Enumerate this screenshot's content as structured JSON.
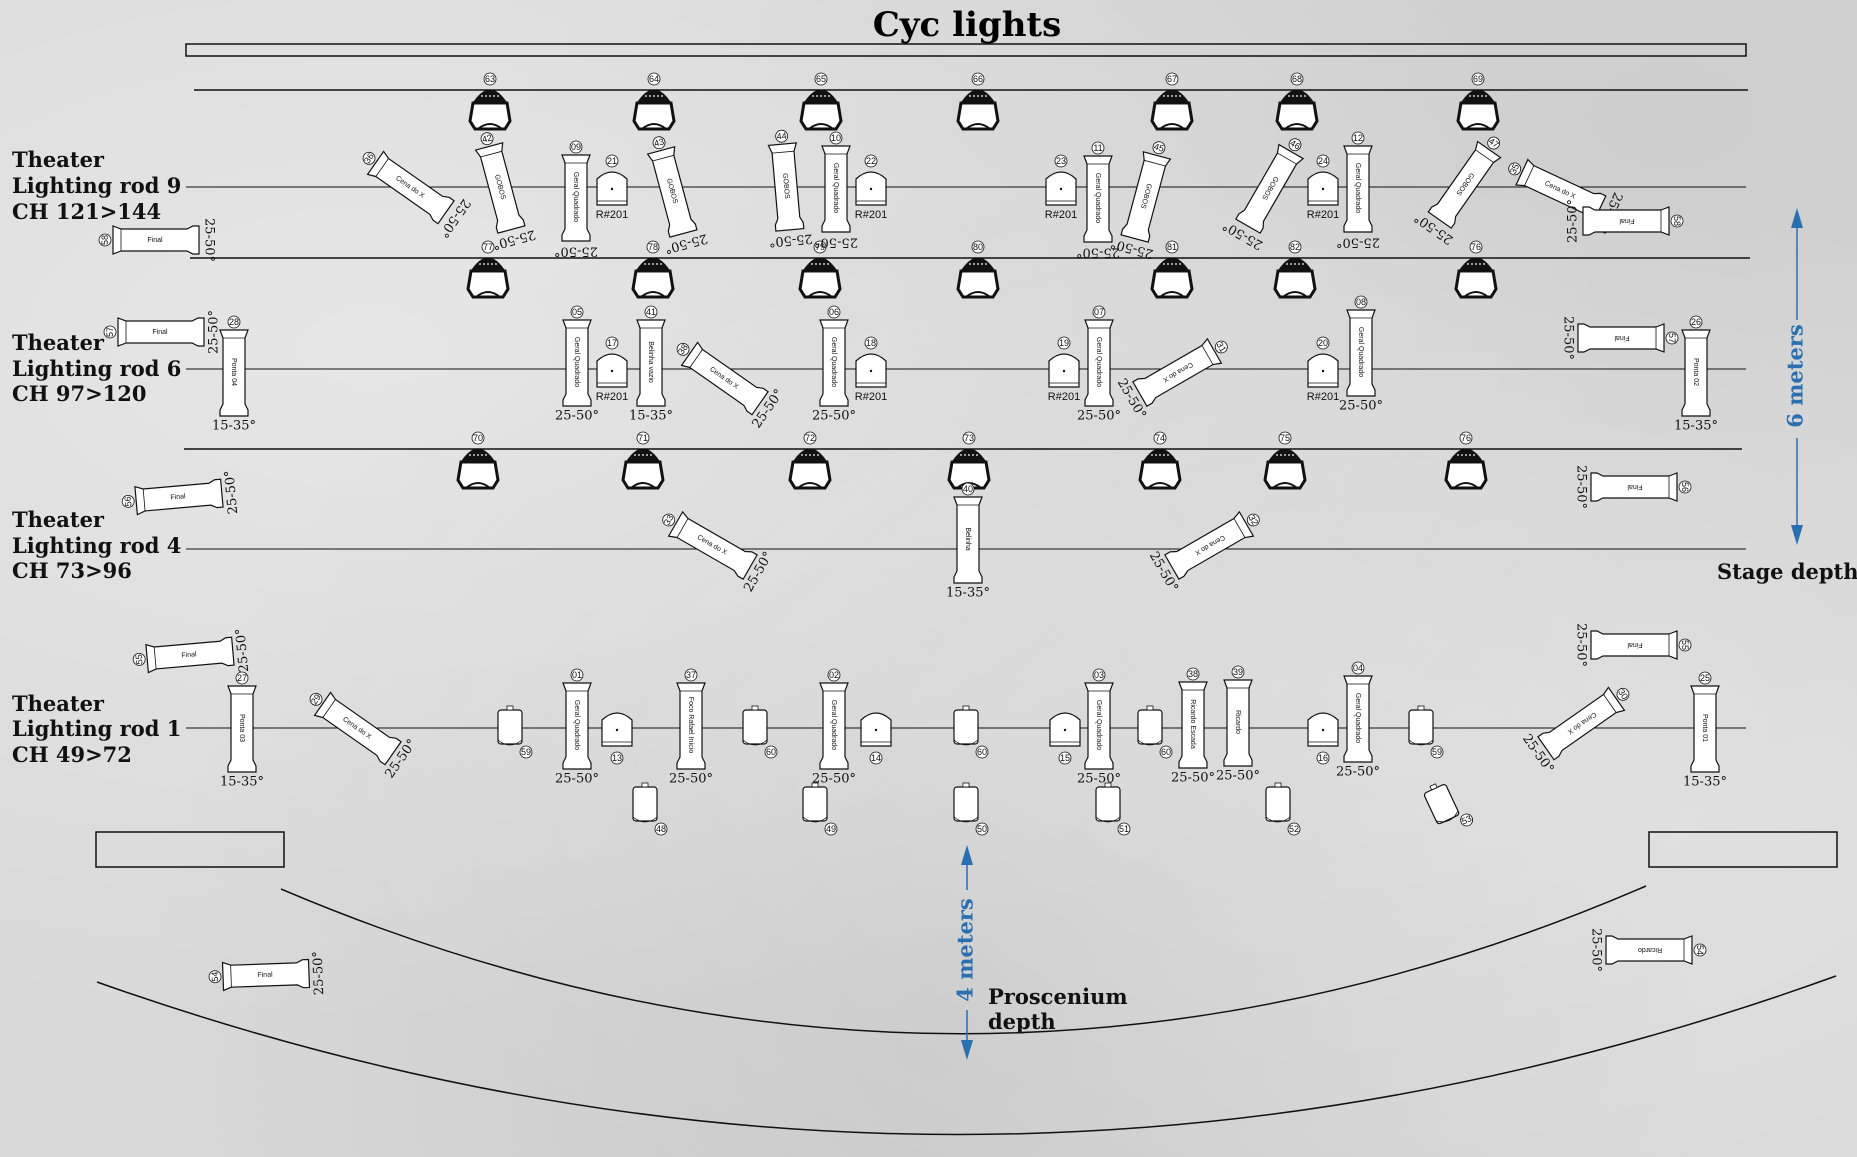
{
  "title": "Cyc lights",
  "dimensions": {
    "stage_depth": {
      "value": "6 meters",
      "label": "Stage depth"
    },
    "proscenium_depth": {
      "value": "4 meters",
      "label_line1": "Proscenium",
      "label_line2": "depth"
    }
  },
  "rods": [
    {
      "id": "rod9",
      "line1": "Theater",
      "line2": "Lighting rod 9",
      "line3": "CH 121>144"
    },
    {
      "id": "rod6",
      "line1": "Theater",
      "line2": "Lighting rod 6",
      "line3": "CH 97>120"
    },
    {
      "id": "rod4",
      "line1": "Theater",
      "line2": "Lighting rod 4",
      "line3": "CH 73>96"
    },
    {
      "id": "rod1",
      "line1": "Theater",
      "line2": "Lighting rod 1",
      "line3": "CH 49>72"
    }
  ],
  "cyc_rows": [
    {
      "row": "cyc-top",
      "channels": [
        "63",
        "64",
        "65",
        "66",
        "67",
        "68",
        "69"
      ]
    },
    {
      "row": "cyc-upper",
      "channels": [
        "77",
        "78",
        "79",
        "80",
        "81",
        "82",
        "76"
      ]
    },
    {
      "row": "cyc-lower",
      "channels": [
        "70",
        "71",
        "72",
        "73",
        "74",
        "75",
        "76"
      ]
    }
  ],
  "fixtures": {
    "rod9": [
      {
        "type": "profile",
        "label": "Cena do X",
        "channel": "36",
        "angle": "25-50°"
      },
      {
        "type": "profile",
        "label": "GOBOS",
        "channel": "42",
        "angle": "25-50°"
      },
      {
        "type": "profile",
        "label": "Geral Quadrado",
        "channel": "09",
        "angle": "25-50°"
      },
      {
        "type": "fresnel",
        "label": "R#201",
        "channel": "21"
      },
      {
        "type": "profile",
        "label": "GOBOS",
        "channel": "43",
        "angle": "25-50°"
      },
      {
        "type": "profile",
        "label": "GOBOS",
        "channel": "44",
        "angle": "25-50°"
      },
      {
        "type": "profile",
        "label": "Geral Quadrado",
        "channel": "10",
        "angle": "25-50°"
      },
      {
        "type": "fresnel",
        "label": "R#201",
        "channel": "22"
      },
      {
        "type": "fresnel",
        "label": "R#201",
        "channel": "23"
      },
      {
        "type": "profile",
        "label": "Geral Quadrado",
        "channel": "11",
        "angle": "25-50°"
      },
      {
        "type": "profile",
        "label": "GOBOS",
        "channel": "45",
        "angle": "25-50°"
      },
      {
        "type": "profile",
        "label": "GOBOS",
        "channel": "46",
        "angle": "25-50°"
      },
      {
        "type": "fresnel",
        "label": "R#201",
        "channel": "24"
      },
      {
        "type": "profile",
        "label": "Geral Quadrado",
        "channel": "12",
        "angle": "25-50°"
      },
      {
        "type": "profile",
        "label": "GOBOS",
        "channel": "47",
        "angle": "25-50°"
      },
      {
        "type": "profile",
        "label": "Cena do X",
        "channel": "35",
        "angle": "25-50°"
      },
      {
        "type": "profile",
        "label": "Final",
        "channel": "58",
        "angle": "25-50°"
      },
      {
        "type": "profile",
        "label": "Final",
        "channel": "58",
        "angle": "25-50°"
      }
    ],
    "rod6": [
      {
        "type": "profile",
        "label": "Final",
        "channel": "57",
        "angle": "25-50°"
      },
      {
        "type": "profile",
        "label": "Ponta 04",
        "channel": "28",
        "angle": "15-35°"
      },
      {
        "type": "profile",
        "label": "Geral Quadrado",
        "channel": "05",
        "angle": "25-50°"
      },
      {
        "type": "fresnel",
        "label": "R#201",
        "channel": "17"
      },
      {
        "type": "profile",
        "label": "Belinha vazio",
        "channel": "41",
        "angle": "15-35°"
      },
      {
        "type": "profile",
        "label": "Cena do X",
        "channel": "38",
        "angle": "25-50°"
      },
      {
        "type": "profile",
        "label": "Geral Quadrado",
        "channel": "06",
        "angle": "25-50°"
      },
      {
        "type": "fresnel",
        "label": "R#201",
        "channel": "18"
      },
      {
        "type": "fresnel",
        "label": "R#201",
        "channel": "19"
      },
      {
        "type": "profile",
        "label": "Geral Quadrado",
        "channel": "07",
        "angle": "25-50°"
      },
      {
        "type": "profile",
        "label": "Cena do X",
        "channel": "31",
        "angle": "25-50°"
      },
      {
        "type": "fresnel",
        "label": "R#201",
        "channel": "20"
      },
      {
        "type": "profile",
        "label": "Geral Quadrado",
        "channel": "08",
        "angle": "25-50°"
      },
      {
        "type": "profile",
        "label": "Final",
        "channel": "57",
        "angle": "25-50°"
      },
      {
        "type": "profile",
        "label": "Ponta 02",
        "channel": "26",
        "angle": "15-35°"
      }
    ],
    "rod4": [
      {
        "type": "profile",
        "label": "Final",
        "channel": "56",
        "angle": "25-50°"
      },
      {
        "type": "profile",
        "label": "Cena do X",
        "channel": "33",
        "angle": "25-50°"
      },
      {
        "type": "profile",
        "label": "Belinha",
        "channel": "40",
        "angle": "15-35°"
      },
      {
        "type": "profile",
        "label": "Cena do X",
        "channel": "32",
        "angle": "25-50°"
      },
      {
        "type": "profile",
        "label": "Final",
        "channel": "56",
        "angle": "25-50°"
      }
    ],
    "rod1": [
      {
        "type": "profile",
        "label": "Final",
        "channel": "55",
        "angle": "25-50°"
      },
      {
        "type": "profile",
        "label": "Ponta 03",
        "channel": "27",
        "angle": "15-35°"
      },
      {
        "type": "profile",
        "label": "Cena do X",
        "channel": "29",
        "angle": "25-50°"
      },
      {
        "type": "par",
        "channel": "59"
      },
      {
        "type": "profile",
        "label": "Geral Quadrado",
        "channel": "01",
        "angle": "25-50°"
      },
      {
        "type": "fresnel",
        "channel": "13"
      },
      {
        "type": "profile",
        "label": "Foco Rafael Início",
        "channel": "37",
        "angle": "25-50°"
      },
      {
        "type": "par",
        "channel": "60"
      },
      {
        "type": "profile",
        "label": "Geral Quadrado",
        "channel": "02",
        "angle": "25-50°"
      },
      {
        "type": "fresnel",
        "channel": "14"
      },
      {
        "type": "par",
        "channel": "60"
      },
      {
        "type": "fresnel",
        "channel": "15"
      },
      {
        "type": "profile",
        "label": "Geral Quadrado",
        "channel": "03",
        "angle": "25-50°"
      },
      {
        "type": "par",
        "channel": "60"
      },
      {
        "type": "profile",
        "label": "Ricardo Escada",
        "channel": "38",
        "angle": "25-50°"
      },
      {
        "type": "profile",
        "label": "Ricardo",
        "channel": "39",
        "angle": "25-50°"
      },
      {
        "type": "fresnel",
        "channel": "16"
      },
      {
        "type": "profile",
        "label": "Geral Quadrado",
        "channel": "04",
        "angle": "25-50°"
      },
      {
        "type": "par",
        "channel": "59"
      },
      {
        "type": "profile",
        "label": "Cena do X",
        "channel": "30",
        "angle": "25-50°"
      },
      {
        "type": "profile",
        "label": "Ponta 01",
        "channel": "25",
        "angle": "15-35°"
      },
      {
        "type": "profile",
        "label": "Final",
        "channel": "55",
        "angle": "25-50°"
      }
    ],
    "floor": [
      {
        "type": "par",
        "channel": "48"
      },
      {
        "type": "par",
        "channel": "49"
      },
      {
        "type": "par",
        "channel": "50"
      },
      {
        "type": "par",
        "channel": "51"
      },
      {
        "type": "par",
        "channel": "52"
      },
      {
        "type": "par",
        "channel": "53"
      }
    ],
    "front": [
      {
        "type": "profile",
        "label": "Final",
        "channel": "54",
        "angle": "25-50°"
      },
      {
        "type": "profile",
        "label": "Ricardo",
        "channel": "54",
        "angle": "25-50°"
      }
    ]
  },
  "colors": {
    "dimension": "#2a6fb0",
    "ink": "#111111",
    "fixture_fill": "#ffffff"
  }
}
